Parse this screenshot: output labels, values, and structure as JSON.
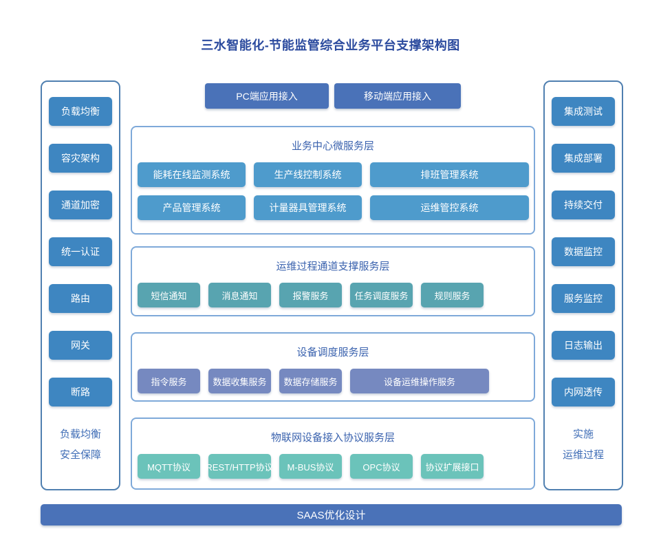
{
  "diagram": {
    "title": "三水智能化-节能监管综合业务平台支撑架构图",
    "top_access": {
      "pc": "PC端应用接入",
      "mobile": "移动端应用接入"
    },
    "left_panel": {
      "items": [
        "负载均衡",
        "容灾架构",
        "通道加密",
        "统一认证",
        "路由",
        "网关",
        "断路"
      ],
      "caption_line1": "负载均衡",
      "caption_line2": "安全保障"
    },
    "right_panel": {
      "items": [
        "集成测试",
        "集成部署",
        "持续交付",
        "数据监控",
        "服务监控",
        "日志输出",
        "内网透传"
      ],
      "caption_line1": "实施",
      "caption_line2": "运维过程"
    },
    "layers": [
      {
        "title": "业务中心微服务层",
        "items": [
          "能耗在线监测系统",
          "生产线控制系统",
          "排班管理系统",
          "产品管理系统",
          "计量器具管理系统",
          "运维管控系统"
        ]
      },
      {
        "title": "运维过程通道支撑服务层",
        "items": [
          "短信通知",
          "消息通知",
          "报警服务",
          "任务调度服务",
          "规则服务"
        ]
      },
      {
        "title": "设备调度服务层",
        "items": [
          "指令服务",
          "数据收集服务",
          "数据存储服务",
          "设备运维操作服务"
        ]
      },
      {
        "title": "物联网设备接入协议服务层",
        "items": [
          "MQTT协议",
          "REST/HTTP协议",
          "M-BUS协议",
          "OPC协议",
          "协议扩展接口"
        ]
      }
    ],
    "bottom_bar": "SAAS优化设计",
    "colors": {
      "title_text": "#2b4a9e",
      "side_panel_button": "#3e86c1",
      "side_panel_border": "#4f7fb0",
      "access_button": "#4a72b8",
      "layer_border": "#7ea9d9",
      "layer_title_text": "#3a62ae",
      "business_button": "#4e9bcc",
      "channel_button": "#58a4b0",
      "device_button": "#7689c0",
      "protocol_button": "#6bc3ba",
      "bottom_bar": "#4a72b8",
      "caption_text": "#3f6db6"
    }
  }
}
